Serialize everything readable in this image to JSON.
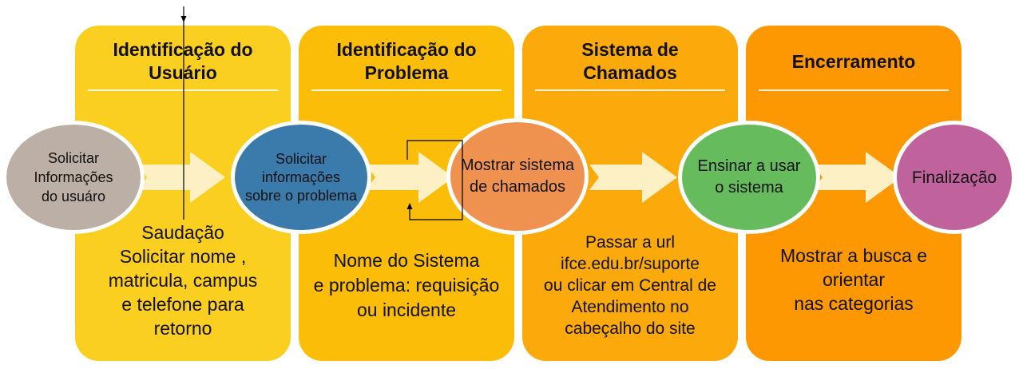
{
  "panels": [
    {
      "title": "Identificação do\nUsuário",
      "description": "Saudação\nSolicitar nome ,\nmatricula, campus\ne telefone para\nretorno",
      "color": "#FBCF1F"
    },
    {
      "title": "Identificação do\nProblema",
      "description": "Nome do Sistema\ne problema: requisição\nou incidente",
      "color": "#FBBD07"
    },
    {
      "title": "Sistema de\nChamados",
      "description": "Passar a url\nifce.edu.br/suporte\nou clicar em Central de\nAtendimento no\ncabeçalho do site",
      "color": "#FCAA0B"
    },
    {
      "title": "Encerramento",
      "description": "Mostrar a busca e\norientar\nnas categorias",
      "color": "#FD9803"
    }
  ],
  "nodes": [
    {
      "label": "Solicitar\nInformações\ndo usuáro",
      "color": "#BCB0A6"
    },
    {
      "label": "Solicitar\ninformações\nsobre o problema",
      "color": "#3A7BAC"
    },
    {
      "label": "Mostrar sistema\nde chamados",
      "color": "#F0924F"
    },
    {
      "label": "Ensinar a usar\no sistema",
      "color": "#66BB5C"
    },
    {
      "label": "Finalização",
      "color": "#C0639C"
    }
  ],
  "arrow_color": "#FDF0C4"
}
